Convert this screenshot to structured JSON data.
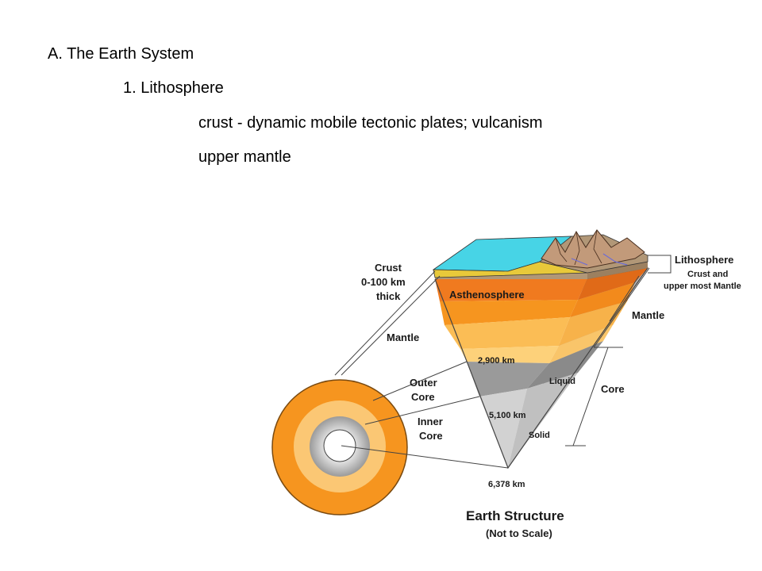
{
  "outline": {
    "heading": "A. The Earth System",
    "subheading": "1. Lithosphere",
    "point_crust": "crust - dynamic mobile tectonic plates; vulcanism",
    "point_mantle": "upper mantle"
  },
  "diagram": {
    "crust_label": "Crust",
    "crust_depth": "0-100 km",
    "crust_thick": "thick",
    "mantle_left": "Mantle",
    "outer_core_1": "Outer",
    "outer_core_2": "Core",
    "inner_core_1": "Inner",
    "inner_core_2": "Core",
    "asthenosphere": "Asthenosphere",
    "depth_2900": "2,900 km",
    "liquid": "Liquid",
    "depth_5100": "5,100 km",
    "solid": "Solid",
    "depth_6378": "6,378 km",
    "lithosphere": "Lithosphere",
    "litho_desc_1": "Crust and",
    "litho_desc_2": "upper most Mantle",
    "mantle_right": "Mantle",
    "core_right": "Core",
    "title": "Earth Structure",
    "subtitle": "(Not to Scale)"
  },
  "colors": {
    "ocean": "#47d4e6",
    "crust_yellow": "#e8c93a",
    "crust_brown": "#b19777",
    "asthenosphere_orange": "#f07a1f",
    "mantle_orange": "#f6951f",
    "mantle_light": "#fbbd55",
    "mantle_pale": "#fdd17a",
    "outer_core_gray": "#999999",
    "inner_core_gray": "#cfcfcf"
  }
}
